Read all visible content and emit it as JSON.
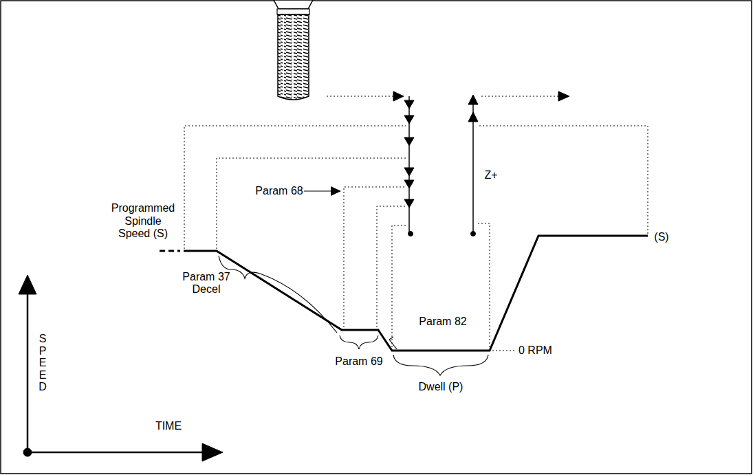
{
  "diagram": {
    "labels": [
      "Programmed Spindle Speed (S)",
      "Param 68",
      "Param 37 Decel",
      "Param 69",
      "Param 82",
      "0 RPM",
      "Dwell (P)",
      "Z+",
      "(S)",
      "SPEED",
      "TIME"
    ]
  }
}
